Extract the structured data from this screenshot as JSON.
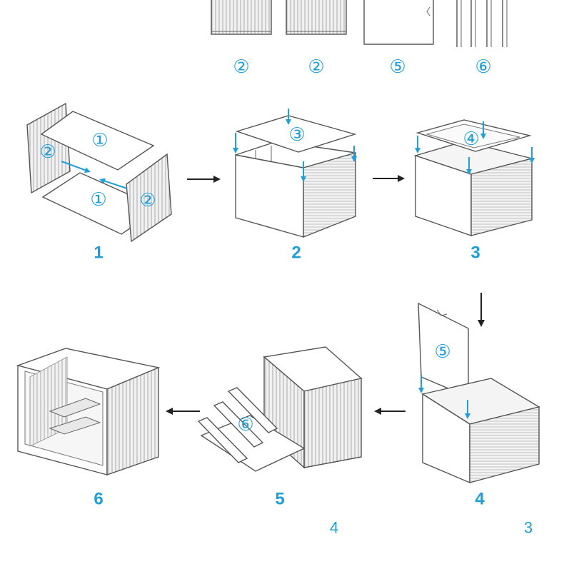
{
  "parts_legend": [
    {
      "label": "②",
      "icon": "ribbed-side-panel-icon"
    },
    {
      "label": "②",
      "icon": "ribbed-side-panel-icon"
    },
    {
      "label": "⑤",
      "icon": "door-panel-icon"
    },
    {
      "label": "⑥",
      "icon": "shelf-rails-icon"
    }
  ],
  "steps": [
    {
      "number": "1",
      "callouts": [
        "①",
        "②",
        "①",
        "②"
      ]
    },
    {
      "number": "2",
      "callouts": [
        "③"
      ]
    },
    {
      "number": "3",
      "callouts": [
        "④"
      ]
    },
    {
      "number": "4",
      "callouts": [
        "⑤"
      ]
    },
    {
      "number": "5",
      "callouts": [
        "⑥"
      ]
    },
    {
      "number": "6",
      "callouts": []
    }
  ],
  "extra_labels": [
    "4",
    "3"
  ],
  "colors": {
    "accent_blue": "#1ea0e0",
    "line_gray": "#555555",
    "arrow_black": "#222222"
  }
}
